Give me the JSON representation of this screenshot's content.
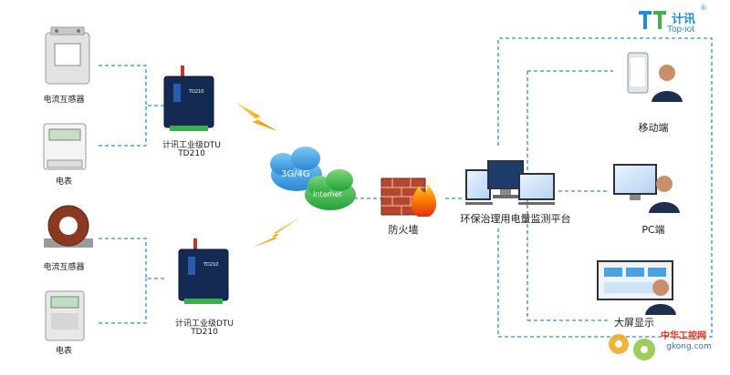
{
  "brand": {
    "logo_mark": "TT",
    "name_cn": "计讯",
    "name_en": "Top-iot",
    "registered": "®"
  },
  "devices": {
    "ct_top": "电流互感器",
    "meter_top": "电表",
    "ct_bottom": "电流互感器",
    "meter_bottom": "电表"
  },
  "dtu": {
    "top_line1": "计讯工业级DTU",
    "top_line2": "TD210",
    "bottom_line1": "计讯工业级DTU",
    "bottom_line2": "TD210",
    "panel_text": "TD210"
  },
  "network": {
    "cloud_cellular": "3G/4G",
    "cloud_internet": "Internet"
  },
  "firewall": {
    "label": "防火墙"
  },
  "platform": {
    "label": "环保治理用电量监测平台"
  },
  "clients": {
    "mobile": "移动端",
    "pc": "PC端",
    "big_screen": "大屏显示"
  },
  "watermark": {
    "cn": "中华工控网",
    "url": "gkong.com"
  },
  "colors": {
    "link": "#2a8fd0",
    "cloud": "#3aa0e0",
    "cloud_green": "#2fb24a",
    "bolt": "#f5b400",
    "dtu": "#142a52"
  }
}
